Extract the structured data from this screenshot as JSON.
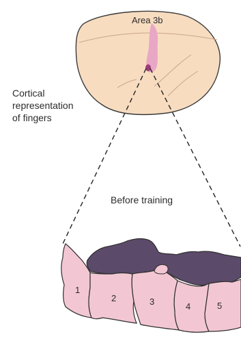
{
  "diagram": {
    "area_label": "Area 3b",
    "side_label_lines": [
      "Cortical",
      "representation",
      "of fingers"
    ],
    "panel_title": "Before training",
    "finger_labels": [
      "1",
      "2",
      "3",
      "4",
      "5"
    ],
    "colors": {
      "brain_fill": "#f7dcc0",
      "brain_outline": "#3a3a3a",
      "sulcus": "#c9a68a",
      "area_3b_stripe": "#e8a7c4",
      "area_3b_spot": "#9b3b78",
      "finger_region_fill": "#f2c7d3",
      "overlap_region_fill": "#5c4a6a",
      "outline": "#2f2f2f",
      "dashed_line": "#222222"
    }
  }
}
